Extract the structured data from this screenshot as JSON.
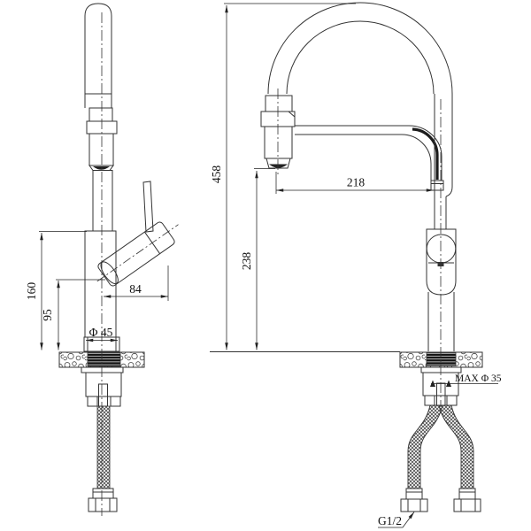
{
  "dimensions": {
    "total_height": "458",
    "spout_height": "238",
    "spout_reach": "218",
    "body_height": "160",
    "spout_base_height": "95",
    "handle_length": "84",
    "base_diameter": "Φ 45",
    "max_mount_hole": "MAX Φ 35",
    "inlet_thread": "G1/2"
  }
}
